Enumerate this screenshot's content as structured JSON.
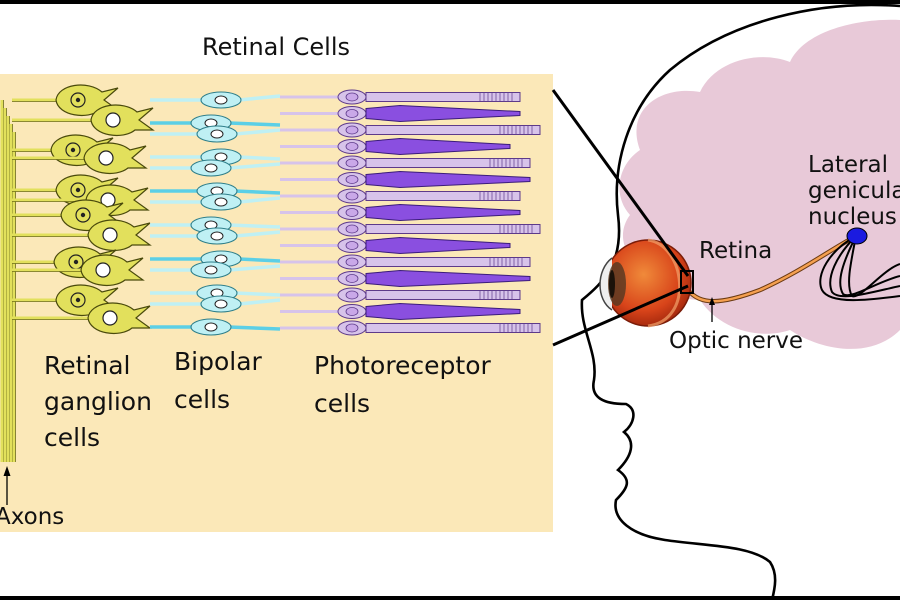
{
  "title": "Retinal Cells",
  "labels": {
    "ganglion": [
      "Retinal",
      "ganglion",
      "cells"
    ],
    "bipolar": [
      "Bipolar",
      "cells"
    ],
    "photoreceptor": [
      "Photoreceptor",
      "cells"
    ],
    "axons": "Axons",
    "retina": "Retina",
    "optic_nerve": "Optic nerve",
    "lgn": [
      "Lateral",
      "geniculate",
      "nucleus"
    ]
  },
  "colors": {
    "panel": "#fbe8b8",
    "ganglion": "#e2e05c",
    "bipolar": "#bff0f4",
    "bipolar_accent": "#5ccfe6",
    "rod": "#d7c3ea",
    "cone": "#8a4fe0",
    "brain": "#e8c9d8",
    "eye": "#e8541c",
    "lgn": "#1b1be0",
    "nerve": "#f5a050"
  }
}
